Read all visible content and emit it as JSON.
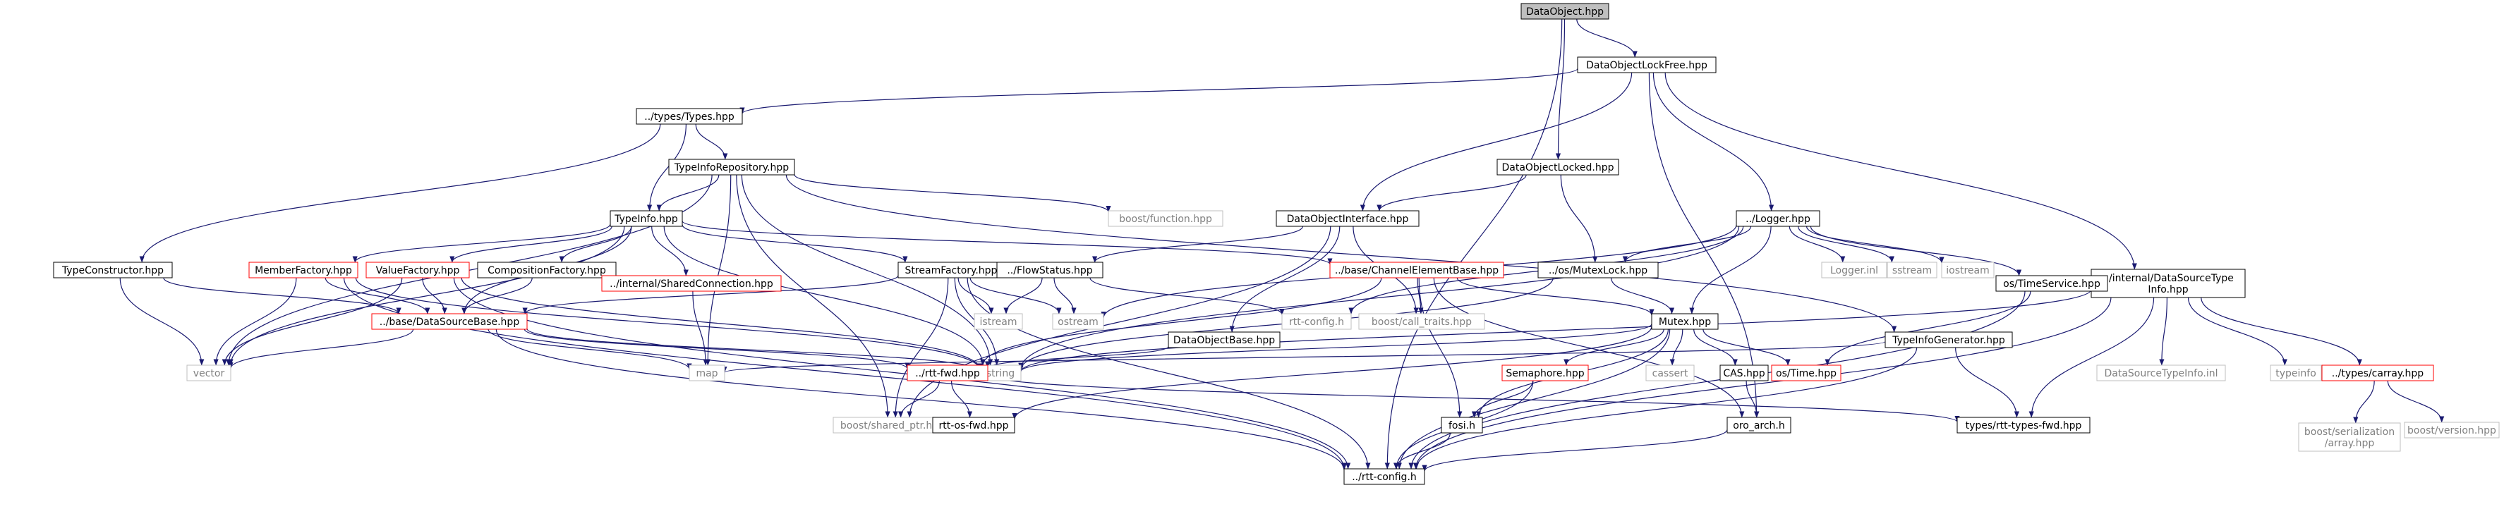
{
  "colors": {
    "edge": "#191970",
    "node_border_normal": "#000000",
    "node_border_missing": "#ff0000",
    "node_border_external": "#bfbfbf",
    "root_fill": "#bfbfbf",
    "node_fill": "#ffffff",
    "text_normal": "#000000",
    "text_external": "#808080"
  },
  "nodes": [
    {
      "id": "dataobject",
      "label": "DataObject.hpp",
      "style": "root"
    },
    {
      "id": "lockfree",
      "label": "DataObjectLockFree.hpp",
      "style": "normal"
    },
    {
      "id": "types",
      "label": "../types/Types.hpp",
      "style": "normal"
    },
    {
      "id": "typeinforepo",
      "label": "TypeInfoRepository.hpp",
      "style": "normal"
    },
    {
      "id": "typeinfo",
      "label": "TypeInfo.hpp",
      "style": "normal"
    },
    {
      "id": "boostfunction",
      "label": "boost/function.hpp",
      "style": "external"
    },
    {
      "id": "locked",
      "label": "DataObjectLocked.hpp",
      "style": "normal"
    },
    {
      "id": "interface",
      "label": "DataObjectInterface.hpp",
      "style": "normal"
    },
    {
      "id": "logger",
      "label": "../Logger.hpp",
      "style": "normal"
    },
    {
      "id": "dstypeinfo",
      "label": "../internal/DataSourceType\nInfo.hpp",
      "style": "normal"
    },
    {
      "id": "typeconstructor",
      "label": "TypeConstructor.hpp",
      "style": "normal"
    },
    {
      "id": "memberfactory",
      "label": "MemberFactory.hpp",
      "style": "missing"
    },
    {
      "id": "valuefactory",
      "label": "ValueFactory.hpp",
      "style": "missing"
    },
    {
      "id": "compositionfactory",
      "label": "CompositionFactory.hpp",
      "style": "normal"
    },
    {
      "id": "sharedconn",
      "label": "../internal/SharedConnection.hpp",
      "style": "missing"
    },
    {
      "id": "streamfactory",
      "label": "StreamFactory.hpp",
      "style": "normal"
    },
    {
      "id": "flowstatus",
      "label": "../FlowStatus.hpp",
      "style": "normal"
    },
    {
      "id": "channelelem",
      "label": "../base/ChannelElementBase.hpp",
      "style": "missing"
    },
    {
      "id": "osmutexlock",
      "label": "../os/MutexLock.hpp",
      "style": "normal"
    },
    {
      "id": "loggerinl",
      "label": "Logger.inl",
      "style": "external"
    },
    {
      "id": "sstream",
      "label": "sstream",
      "style": "external"
    },
    {
      "id": "iostream",
      "label": "iostream",
      "style": "external"
    },
    {
      "id": "ostimeservice",
      "label": "os/TimeService.hpp",
      "style": "normal"
    },
    {
      "id": "datasourcebase",
      "label": "../base/DataSourceBase.hpp",
      "style": "missing"
    },
    {
      "id": "istream",
      "label": "istream",
      "style": "external"
    },
    {
      "id": "ostream",
      "label": "ostream",
      "style": "external"
    },
    {
      "id": "rttconfig_local",
      "label": "rtt-config.h",
      "style": "external"
    },
    {
      "id": "boostcalltraits",
      "label": "boost/call_traits.hpp",
      "style": "external"
    },
    {
      "id": "dataobjectbase",
      "label": "DataObjectBase.hpp",
      "style": "normal"
    },
    {
      "id": "mutex",
      "label": "Mutex.hpp",
      "style": "normal"
    },
    {
      "id": "typeinfogen",
      "label": "TypeInfoGenerator.hpp",
      "style": "normal"
    },
    {
      "id": "vector",
      "label": "vector",
      "style": "external"
    },
    {
      "id": "map",
      "label": "map",
      "style": "external"
    },
    {
      "id": "string",
      "label": "string",
      "style": "external"
    },
    {
      "id": "rttfwd",
      "label": "../rtt-fwd.hpp",
      "style": "missing"
    },
    {
      "id": "semaphore",
      "label": "Semaphore.hpp",
      "style": "missing"
    },
    {
      "id": "cassert",
      "label": "cassert",
      "style": "external"
    },
    {
      "id": "cas",
      "label": "CAS.hpp",
      "style": "normal"
    },
    {
      "id": "ostime",
      "label": "os/Time.hpp",
      "style": "missing"
    },
    {
      "id": "dstypeinfoinl",
      "label": "DataSourceTypeInfo.inl",
      "style": "external"
    },
    {
      "id": "typeinfoext",
      "label": "typeinfo",
      "style": "external"
    },
    {
      "id": "carray",
      "label": "../types/carray.hpp",
      "style": "missing"
    },
    {
      "id": "boostshared",
      "label": "boost/shared_ptr.hpp",
      "style": "external"
    },
    {
      "id": "rttosfwd",
      "label": "rtt-os-fwd.hpp",
      "style": "normal"
    },
    {
      "id": "fosi",
      "label": "fosi.h",
      "style": "normal"
    },
    {
      "id": "oroarch",
      "label": "oro_arch.h",
      "style": "normal"
    },
    {
      "id": "rtttypesfwd",
      "label": "types/rtt-types-fwd.hpp",
      "style": "normal"
    },
    {
      "id": "boostserial",
      "label": "boost/serialization\n/array.hpp",
      "style": "external"
    },
    {
      "id": "boostversion",
      "label": "boost/version.hpp",
      "style": "external"
    },
    {
      "id": "rttconfig",
      "label": "../rtt-config.h",
      "style": "normal"
    }
  ],
  "edges": [
    [
      "dataobject",
      "lockfree"
    ],
    [
      "dataobject",
      "locked"
    ],
    [
      "dataobject",
      "rttconfig"
    ],
    [
      "lockfree",
      "types"
    ],
    [
      "lockfree",
      "interface"
    ],
    [
      "lockfree",
      "logger"
    ],
    [
      "lockfree",
      "dstypeinfo"
    ],
    [
      "lockfree",
      "oroarch"
    ],
    [
      "types",
      "typeinforepo"
    ],
    [
      "types",
      "typeinfo"
    ],
    [
      "types",
      "typeconstructor"
    ],
    [
      "typeinforepo",
      "typeinfo"
    ],
    [
      "typeinforepo",
      "boostfunction"
    ],
    [
      "typeinforepo",
      "vector"
    ],
    [
      "typeinforepo",
      "map"
    ],
    [
      "typeinforepo",
      "string"
    ],
    [
      "typeinforepo",
      "boostshared"
    ],
    [
      "typeinforepo",
      "typeinfogen"
    ],
    [
      "typeinfo",
      "memberfactory"
    ],
    [
      "typeinfo",
      "valuefactory"
    ],
    [
      "typeinfo",
      "compositionfactory"
    ],
    [
      "typeinfo",
      "sharedconn"
    ],
    [
      "typeinfo",
      "streamfactory"
    ],
    [
      "typeinfo",
      "channelelem"
    ],
    [
      "typeinfo",
      "datasourcebase"
    ],
    [
      "typeinfo",
      "vector"
    ],
    [
      "typeinfo",
      "string"
    ],
    [
      "locked",
      "interface"
    ],
    [
      "locked",
      "osmutexlock"
    ],
    [
      "interface",
      "flowstatus"
    ],
    [
      "interface",
      "dataobjectbase"
    ],
    [
      "interface",
      "boostcalltraits"
    ],
    [
      "interface",
      "boostshared"
    ],
    [
      "logger",
      "osmutexlock"
    ],
    [
      "logger",
      "loggerinl"
    ],
    [
      "logger",
      "sstream"
    ],
    [
      "logger",
      "iostream"
    ],
    [
      "logger",
      "ostimeservice"
    ],
    [
      "logger",
      "ostream"
    ],
    [
      "logger",
      "rttconfig_local"
    ],
    [
      "logger",
      "mutex"
    ],
    [
      "logger",
      "string"
    ],
    [
      "dstypeinfo",
      "dstypeinfoinl"
    ],
    [
      "dstypeinfo",
      "typeinfoext"
    ],
    [
      "dstypeinfo",
      "carray"
    ],
    [
      "dstypeinfo",
      "rtttypesfwd"
    ],
    [
      "dstypeinfo",
      "string"
    ],
    [
      "dstypeinfo",
      "rttconfig"
    ],
    [
      "typeconstructor",
      "datasourcebase"
    ],
    [
      "typeconstructor",
      "vector"
    ],
    [
      "memberfactory",
      "datasourcebase"
    ],
    [
      "memberfactory",
      "vector"
    ],
    [
      "memberfactory",
      "string"
    ],
    [
      "memberfactory",
      "rttconfig"
    ],
    [
      "valuefactory",
      "datasourcebase"
    ],
    [
      "valuefactory",
      "vector"
    ],
    [
      "valuefactory",
      "string"
    ],
    [
      "valuefactory",
      "rttconfig"
    ],
    [
      "compositionfactory",
      "datasourcebase"
    ],
    [
      "sharedconn",
      "map"
    ],
    [
      "streamfactory",
      "datasourcebase"
    ],
    [
      "streamfactory",
      "istream"
    ],
    [
      "streamfactory",
      "ostream"
    ],
    [
      "streamfactory",
      "string"
    ],
    [
      "streamfactory",
      "boostshared"
    ],
    [
      "streamfactory",
      "rttconfig"
    ],
    [
      "flowstatus",
      "istream"
    ],
    [
      "flowstatus",
      "ostream"
    ],
    [
      "flowstatus",
      "rttconfig_local"
    ],
    [
      "channelelem",
      "boostcalltraits"
    ],
    [
      "channelelem",
      "mutex"
    ],
    [
      "channelelem",
      "rttfwd"
    ],
    [
      "channelelem",
      "fosi"
    ],
    [
      "channelelem",
      "oroarch"
    ],
    [
      "osmutexlock",
      "mutex"
    ],
    [
      "osmutexlock",
      "string"
    ],
    [
      "ostimeservice",
      "ostime"
    ],
    [
      "ostimeservice",
      "rttconfig"
    ],
    [
      "datasourcebase",
      "vector"
    ],
    [
      "datasourcebase",
      "map"
    ],
    [
      "datasourcebase",
      "string"
    ],
    [
      "datasourcebase",
      "rttfwd"
    ],
    [
      "datasourcebase",
      "rttconfig"
    ],
    [
      "dataobjectbase",
      "rttfwd"
    ],
    [
      "mutex",
      "semaphore"
    ],
    [
      "mutex",
      "cassert"
    ],
    [
      "mutex",
      "cas"
    ],
    [
      "mutex",
      "ostime"
    ],
    [
      "mutex",
      "fosi"
    ],
    [
      "mutex",
      "string"
    ],
    [
      "mutex",
      "rttosfwd"
    ],
    [
      "mutex",
      "rttconfig"
    ],
    [
      "typeinfogen",
      "rtttypesfwd"
    ],
    [
      "typeinfogen",
      "map"
    ],
    [
      "typeinfogen",
      "rttconfig"
    ],
    [
      "rttfwd",
      "rttosfwd"
    ],
    [
      "rttfwd",
      "boostshared"
    ],
    [
      "rttfwd",
      "rtttypesfwd"
    ],
    [
      "semaphore",
      "fosi"
    ],
    [
      "semaphore",
      "rttconfig"
    ],
    [
      "cas",
      "oroarch"
    ],
    [
      "carray",
      "boostserial"
    ],
    [
      "carray",
      "boostversion"
    ],
    [
      "fosi",
      "rttconfig"
    ],
    [
      "oroarch",
      "rttconfig"
    ]
  ]
}
